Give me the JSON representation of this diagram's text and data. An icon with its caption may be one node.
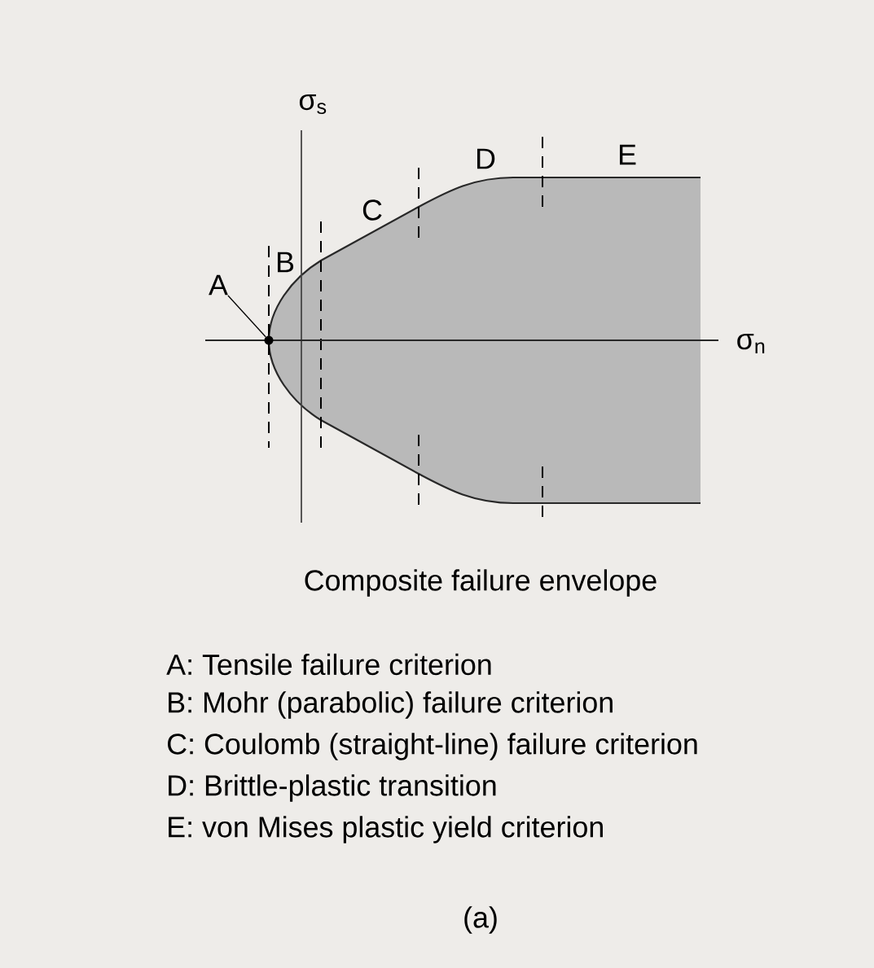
{
  "diagram": {
    "caption": "Composite failure envelope",
    "nodes": [
      {
        "text": [
          "A"
        ]
      },
      {
        "text": [],
        "shape": "circle"
      }
    ],
    "edges": [
      {
        "from": 0,
        "to": 1,
        "arrow": "none"
      }
    ],
    "labels": [
      "σ$_{s}$",
      "B",
      "C",
      "D",
      "E",
      "σ$_{n}$",
      "A: Tensile failure criterion",
      "B: Mohr (parabolic) failure criterion",
      "C: Coulomb (straight-line) failure criterion",
      "D: Brittle-plastic transition",
      "E: von Mises plastic yield criterion",
      "(a)"
    ]
  }
}
